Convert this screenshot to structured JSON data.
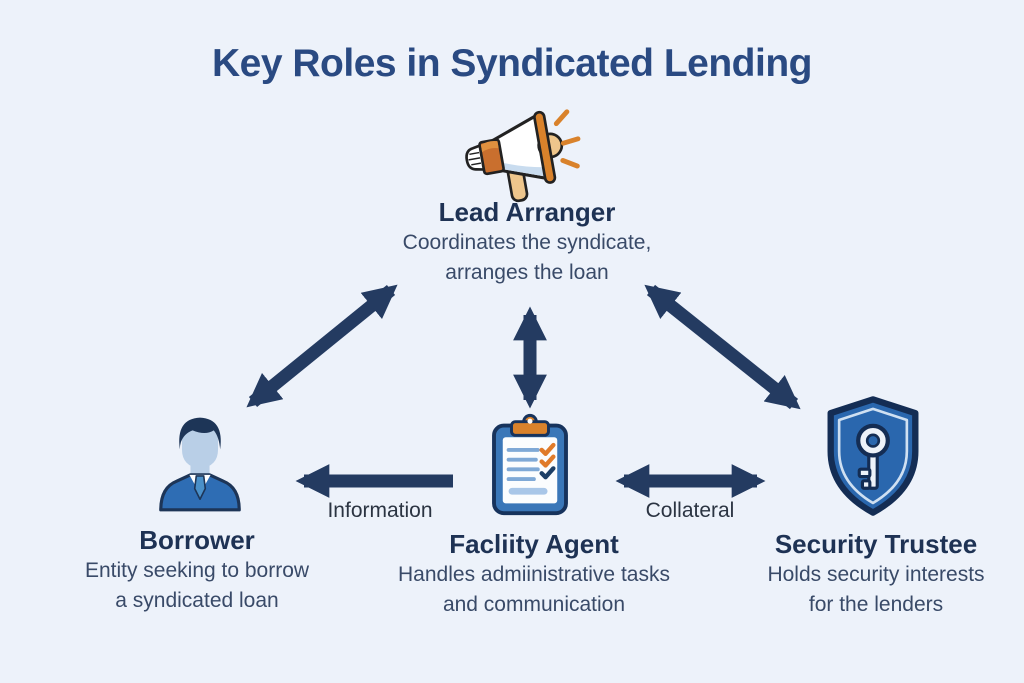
{
  "title": "Key Roles in Syndicated Lending",
  "nodes": {
    "lead_arranger": {
      "icon": "megaphone-icon",
      "label": "Lead Arranger",
      "desc1": "Coordinates the syndicate,",
      "desc2": "arranges the loan"
    },
    "borrower": {
      "icon": "businessman-icon",
      "label": "Borrower",
      "desc1": "Entity seeking to borrow",
      "desc2": "a syndicated loan"
    },
    "facility_agent": {
      "icon": "clipboard-checklist-icon",
      "label": "Facliity Agent",
      "desc1": "Handles admiinistrative tasks",
      "desc2": "and communication"
    },
    "security_trustee": {
      "icon": "shield-key-icon",
      "label": "Security Trustee",
      "desc1": "Holds security interests",
      "desc2": "for the lenders"
    }
  },
  "edge_labels": {
    "information": "Information",
    "collateral": "Collateral"
  },
  "colors": {
    "background": "#edf2fa",
    "title_text": "#2a4a82",
    "node_heading": "#1e3254",
    "node_subtext": "#394a68",
    "edge_label": "#2b3442",
    "arrow": "#243b61",
    "icon_orange": "#d9822b",
    "icon_orange_dark": "#c96f2e",
    "icon_tan": "#eec68c",
    "icon_blue": "#2e6db4",
    "icon_blue_mid": "#3a77b8",
    "icon_light_blue": "#b9cfe7",
    "icon_outline_navy": "#17335c"
  }
}
